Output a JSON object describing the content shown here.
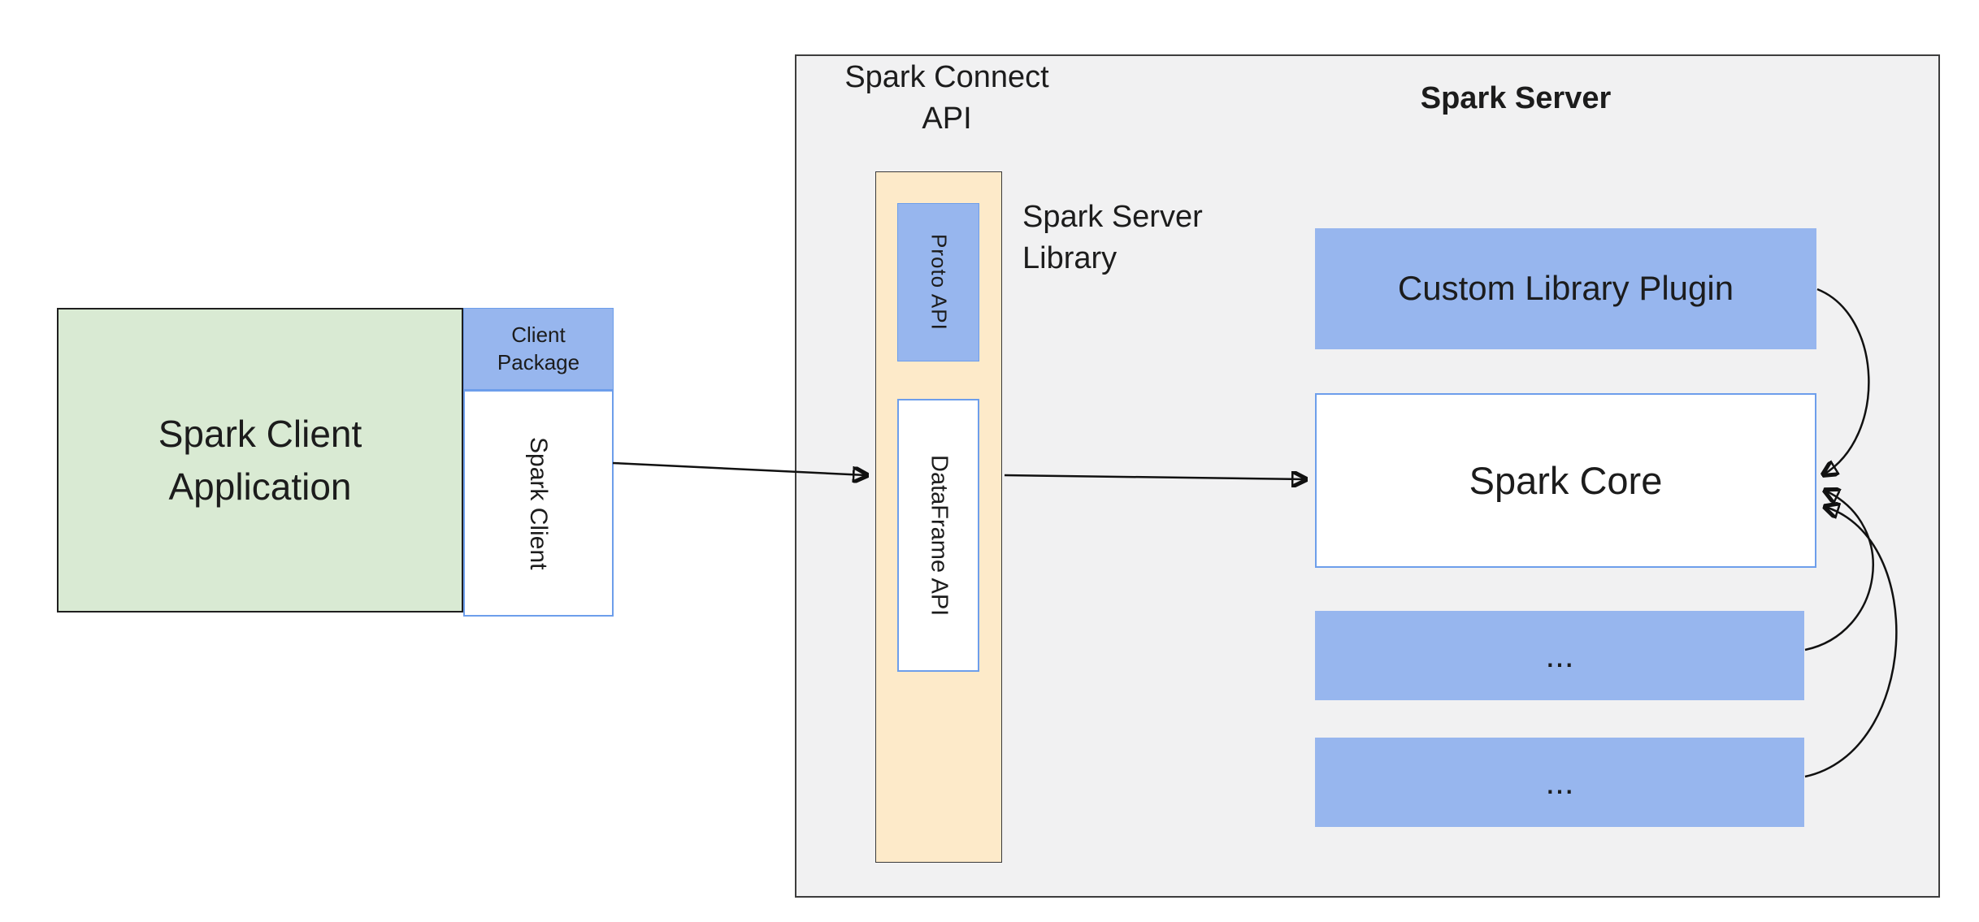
{
  "colors": {
    "canvas-bg": "#ffffff",
    "server-bg": "#f1f1f2",
    "server-border": "#3d3d3d",
    "client-green": "#d9ead3",
    "client-border": "#1f1f1f",
    "accent-blue": "#97b6ee",
    "blue-border": "#6d9eeb",
    "library-yellow": "#fdeac9",
    "yellow-border": "#3a3a3a",
    "arrow": "#111111",
    "text": "#1c1c1c"
  },
  "client": {
    "application_label": "Spark Client\nApplication",
    "package_label": "Client\nPackage",
    "spark_client_label": "Spark Client"
  },
  "connect": {
    "api_label": "Spark Connect\nAPI",
    "proto_api_label": "Proto  API",
    "dataframe_api_label": "DataFrame API",
    "library_label": "Spark Server\nLibrary"
  },
  "server": {
    "title": "Spark Server",
    "custom_plugin_label": "Custom Library Plugin",
    "spark_core_label": "Spark Core",
    "plugin_slot_1_label": "...",
    "plugin_slot_2_label": "..."
  }
}
